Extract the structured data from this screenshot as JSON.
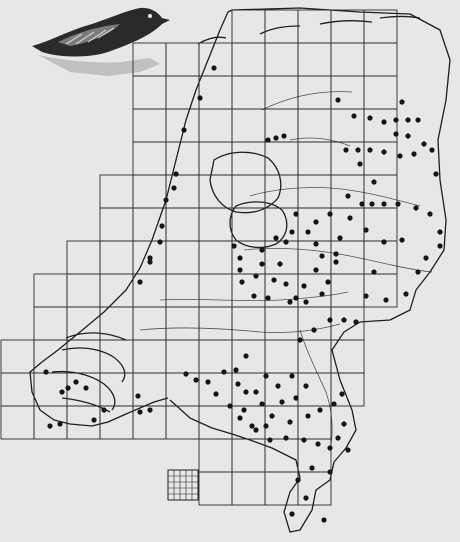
{
  "map": {
    "title": "",
    "colors": {
      "background": "#e7e7e7",
      "ink": "#1f1f1f",
      "grid": "#2b2b2b",
      "dot": "#151515",
      "bird_body": "#2a2a2a",
      "bird_highlight": "#bdbdbd"
    },
    "symbols": {
      "illustration": "nightjar-bird-illustration",
      "marker": "filled-circle",
      "legend": "small-grid-legend"
    },
    "observation_count": 146
  }
}
